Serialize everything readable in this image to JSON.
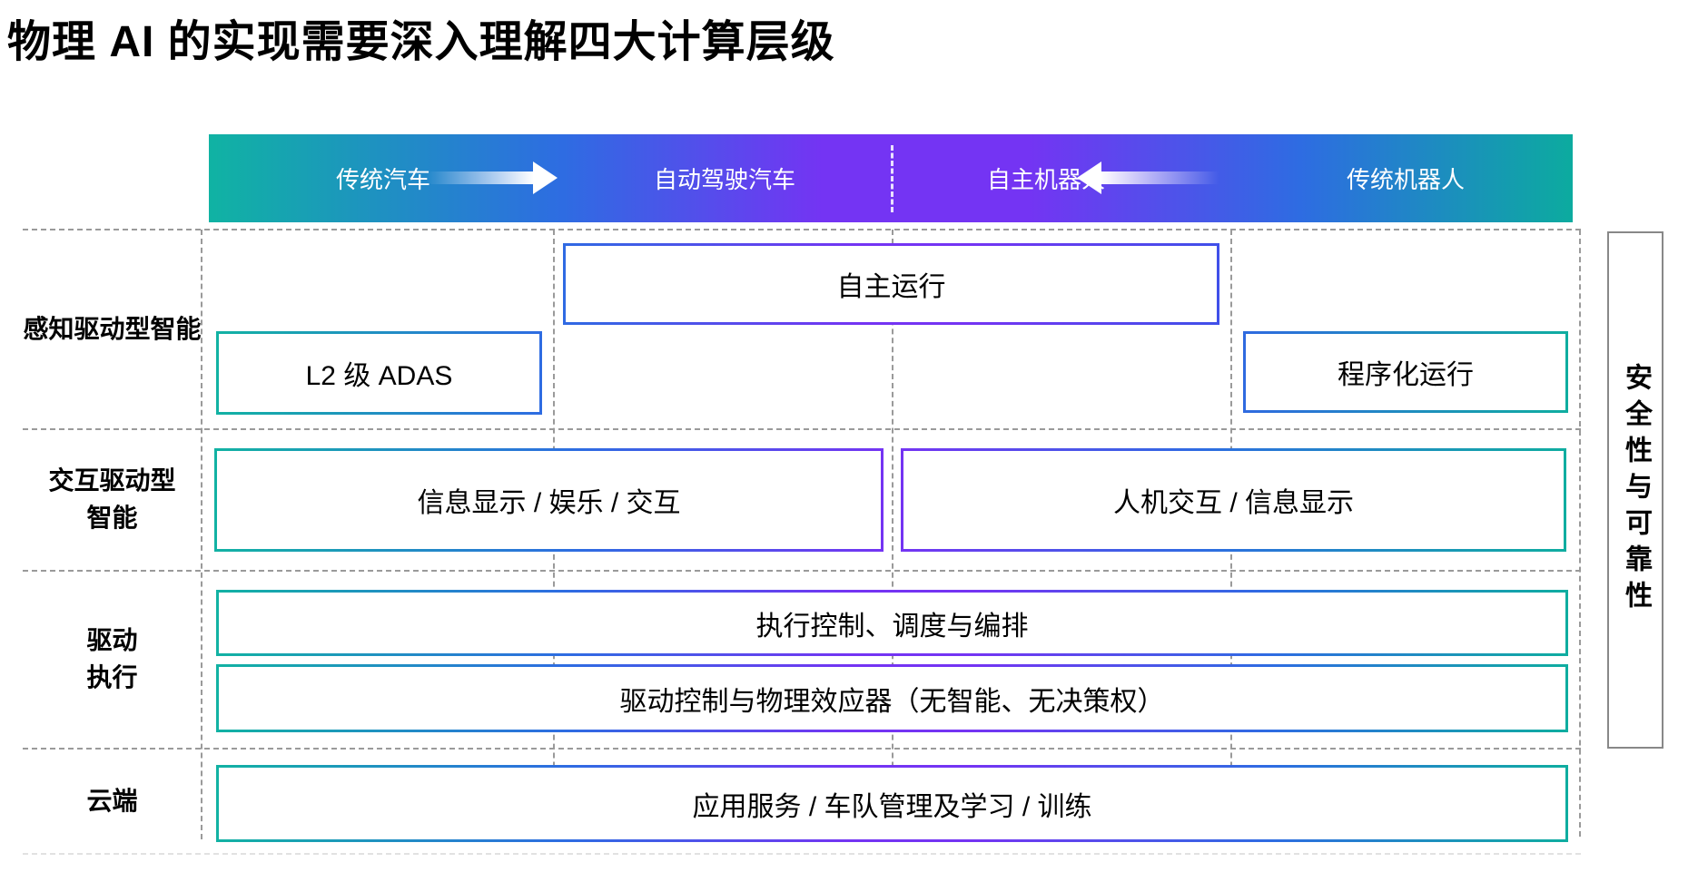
{
  "title": "物理 AI 的实现需要深入理解四大计算层级",
  "header_bar": {
    "labels": [
      "传统汽车",
      "自动驾驶汽车",
      "自主机器人",
      "传统机器人"
    ],
    "arrow_right": "arrow-right",
    "arrow_left": "arrow-left"
  },
  "row_labels": [
    "感知驱动型智能",
    "交互驱动型\n智能",
    "驱动\n执行",
    "云端"
  ],
  "boxes": {
    "autonomous_operation": "自主运行",
    "l2_adas": "L2 级 ADAS",
    "programmed_operation": "程序化运行",
    "infotainment": "信息显示 / 娱乐 / 交互",
    "hmi": "人机交互 / 信息显示",
    "execution_control": "执行控制、调度与编排",
    "drive_control": "驱动控制与物理效应器（无智能、无决策权）",
    "cloud_services": "应用服务 / 车队管理及学习 / 训练"
  },
  "side_label": "安全性与可靠性",
  "colors": {
    "teal": "#10b3a3",
    "blue": "#2e6ce2",
    "purple": "#7434f3",
    "grid_dash": "#9a9a9a"
  }
}
